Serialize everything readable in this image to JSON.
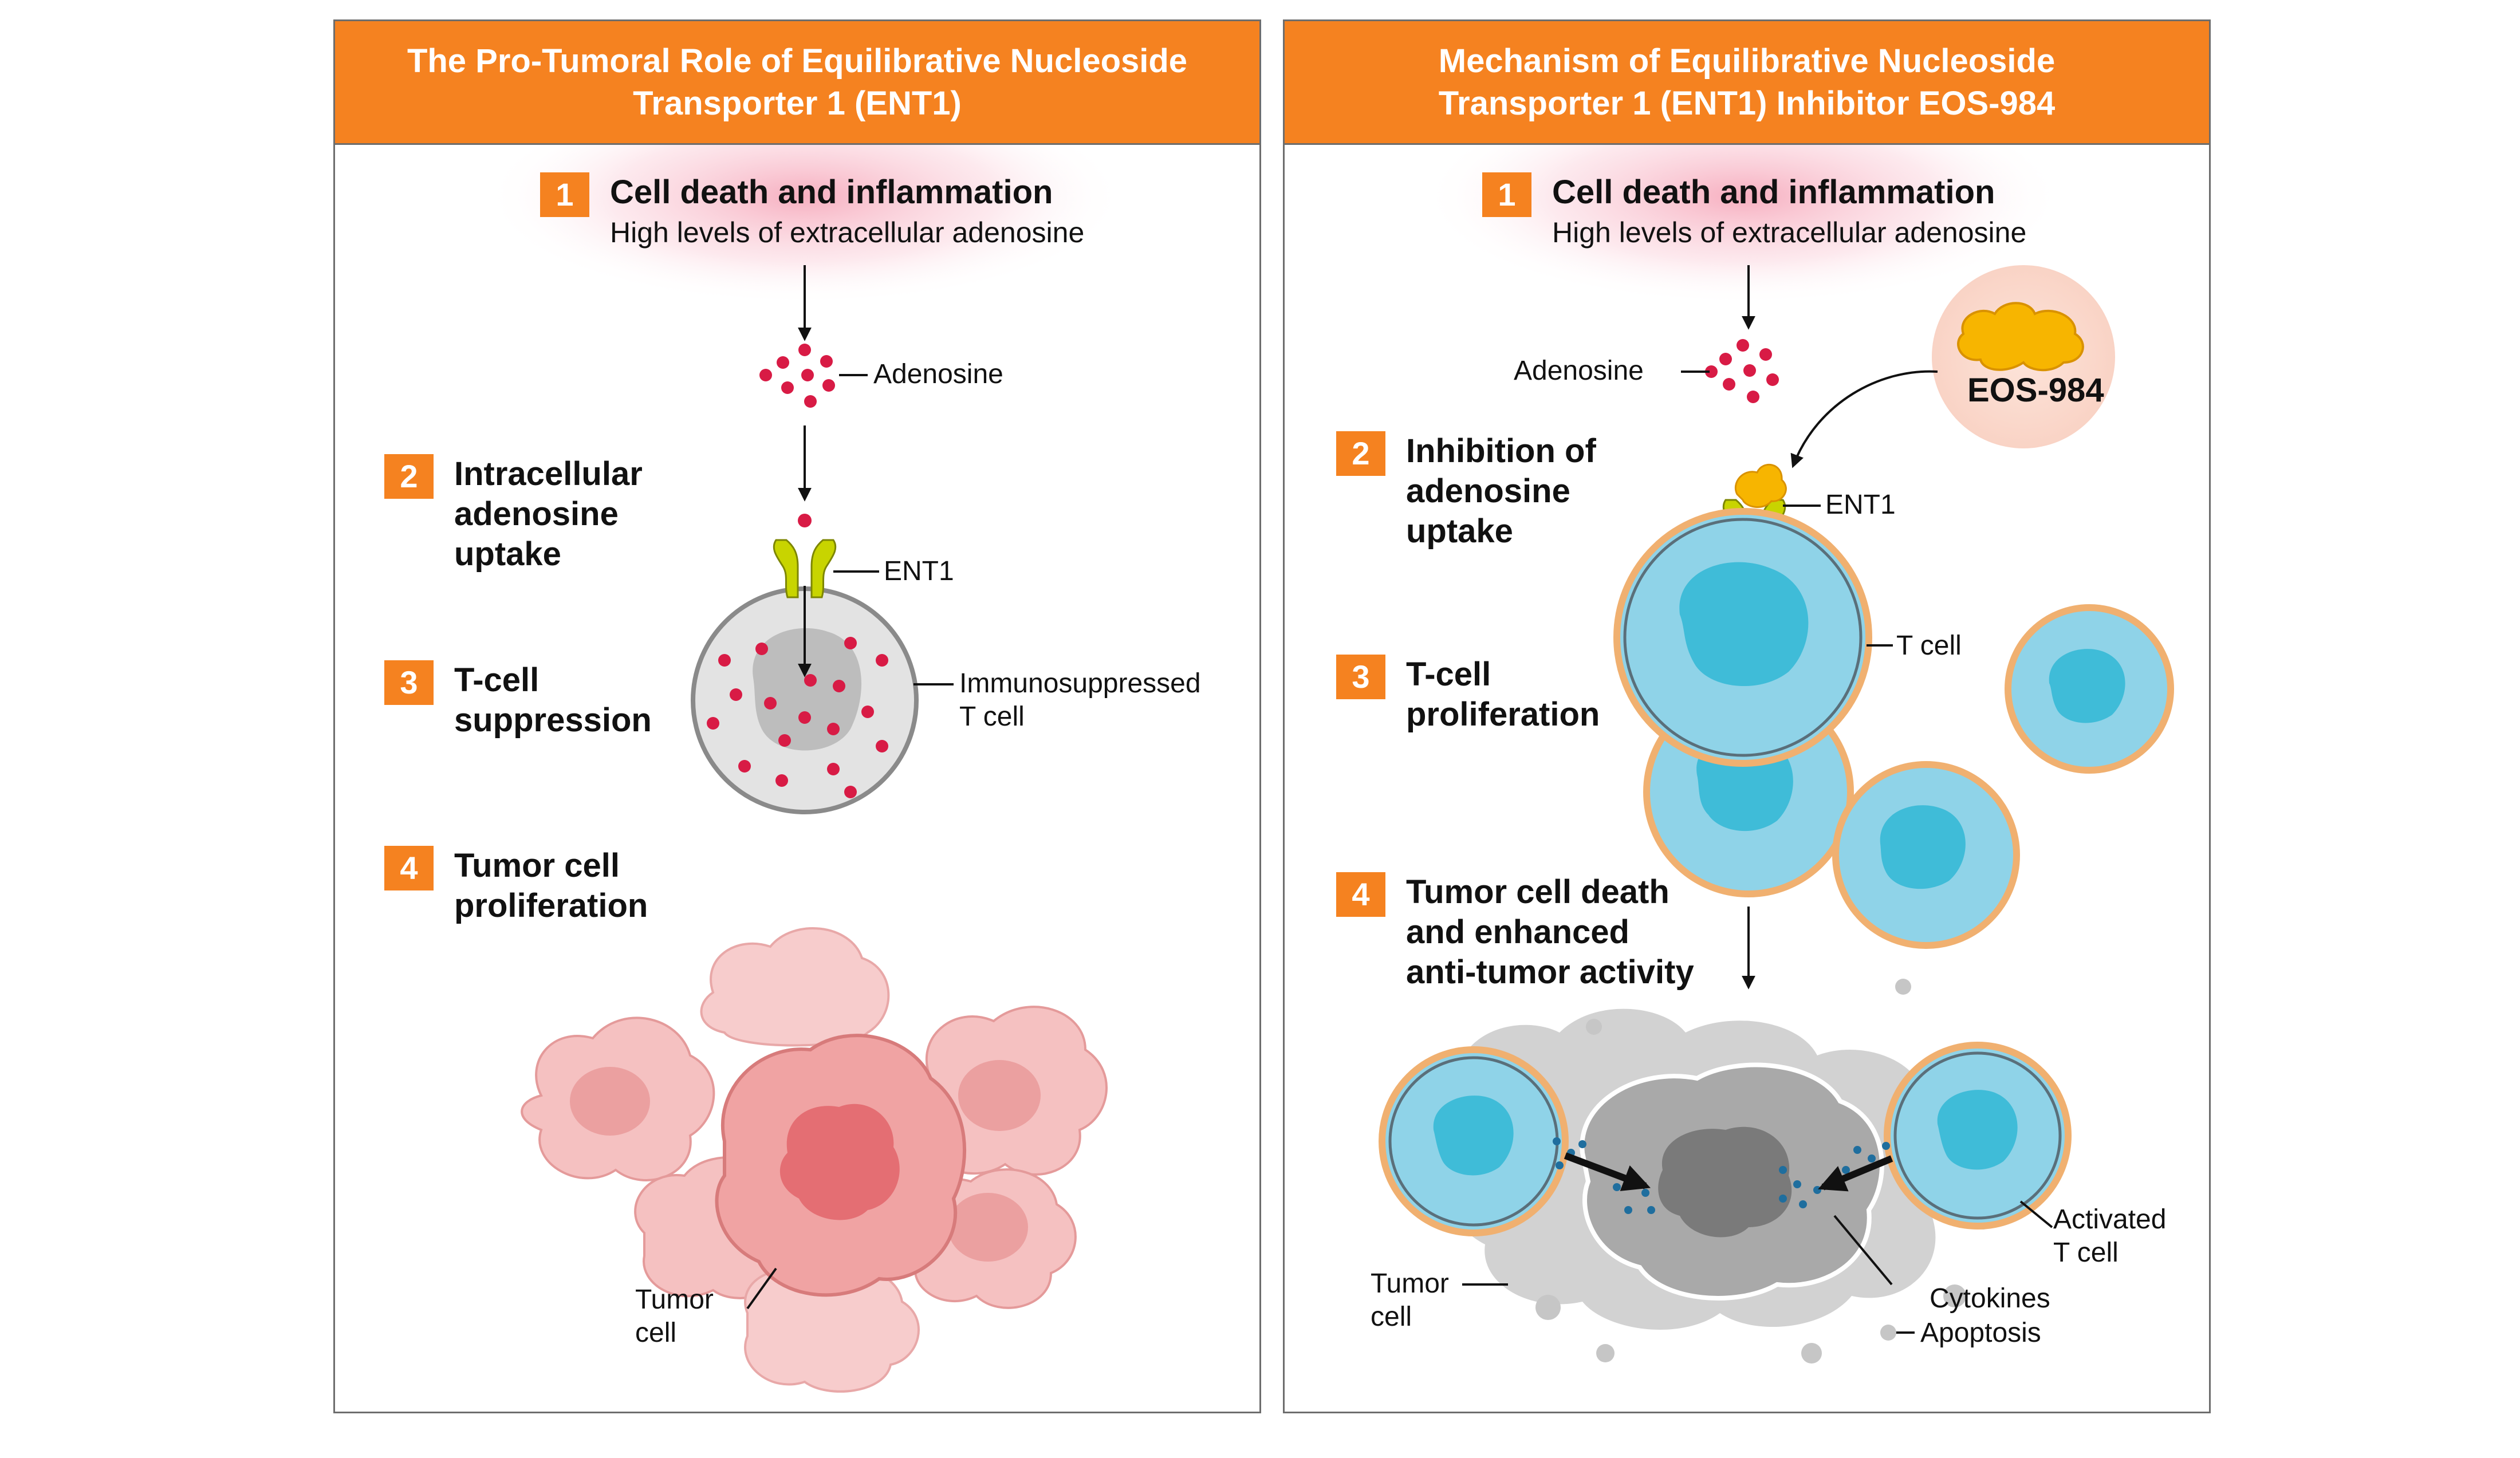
{
  "left_panel": {
    "header": [
      "The Pro-Tumoral Role of Equilibrative Nucleoside",
      "Transporter 1 (ENT1)"
    ],
    "steps": [
      {
        "num": "1",
        "title": [
          "Cell death and inflammation"
        ],
        "subtitle": "High levels of extracellular adenosine"
      },
      {
        "num": "2",
        "title": [
          "Intracellular",
          "adenosine",
          "uptake"
        ]
      },
      {
        "num": "3",
        "title": [
          "T-cell",
          "suppression"
        ]
      },
      {
        "num": "4",
        "title": [
          "Tumor cell",
          "proliferation"
        ]
      }
    ],
    "labels": {
      "adenosine": "Adenosine",
      "ent1": "ENT1",
      "tcell": [
        "Immunosuppressed",
        "T cell"
      ],
      "tumor": [
        "Tumor",
        "cell"
      ]
    }
  },
  "right_panel": {
    "header": [
      "Mechanism of Equilibrative Nucleoside",
      "Transporter 1 (ENT1) Inhibitor EOS-984"
    ],
    "steps": [
      {
        "num": "1",
        "title": [
          "Cell death and inflammation"
        ],
        "subtitle": "High levels of extracellular adenosine"
      },
      {
        "num": "2",
        "title": [
          "Inhibition of",
          "adenosine",
          "uptake"
        ]
      },
      {
        "num": "3",
        "title": [
          "T-cell",
          "proliferation"
        ]
      },
      {
        "num": "4",
        "title": [
          "Tumor cell death",
          "and enhanced",
          "anti-tumor activity"
        ]
      }
    ],
    "labels": {
      "adenosine": "Adenosine",
      "drug": "EOS-984",
      "ent1": "ENT1",
      "tcell": "T cell",
      "activated": [
        "Activated",
        "T cell"
      ],
      "tumor": [
        "Tumor",
        "cell"
      ],
      "cytokines": "Cytokines",
      "apoptosis": "Apoptosis"
    }
  },
  "colors": {
    "header_orange": "#f58220",
    "adenosine_red": "#d81b45",
    "ent1_yellow": "#c8d400",
    "tcell_blue": "#8fd3e8",
    "tcell_nucleus": "#3fbcd8",
    "tumor_pink": "#f0a3a3",
    "drug_yellow": "#f7b500",
    "apoptotic_gray": "#b8b8b8"
  }
}
